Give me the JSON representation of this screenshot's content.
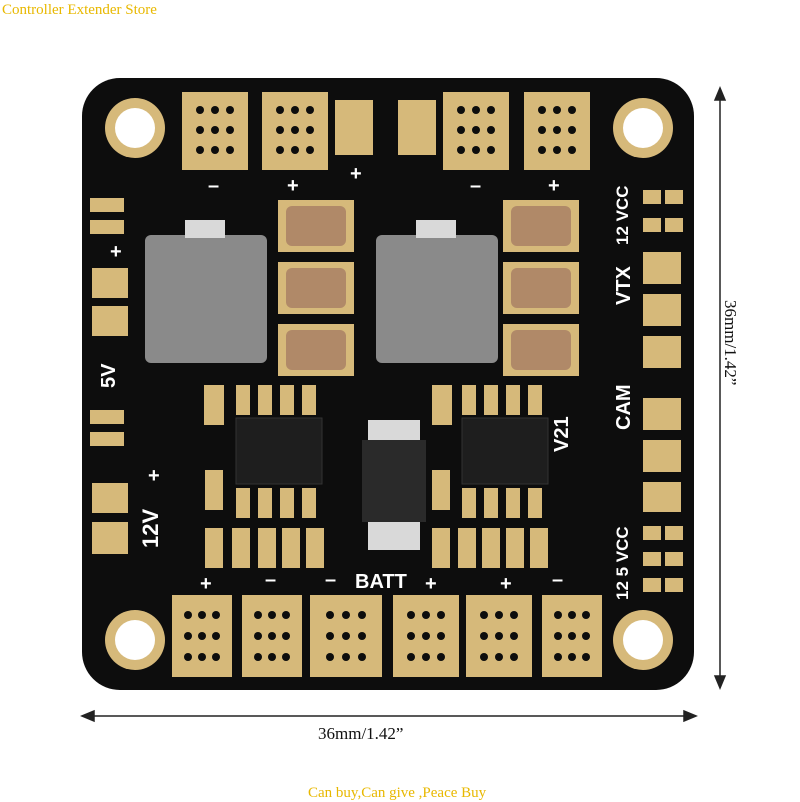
{
  "watermark": {
    "top": "Controller Extender Store",
    "bottom": "Can buy,Can give ,Peace Buy"
  },
  "dimensions": {
    "width_label": "36mm/1.42”",
    "height_label": "36mm/1.42”"
  },
  "board_silkscreen": {
    "five_v": "5V",
    "twelve_v": "12V",
    "batt": "BATT",
    "version": "V21",
    "vtx": "VTX",
    "cam": "CAM",
    "vcc_top": "12 VCC",
    "vcc_bottom": "12 5 VCC",
    "plus": "+",
    "minus": "–"
  },
  "colors": {
    "board": "#0d0d0d",
    "pad_gold": "#d6b97a",
    "component_gray": "#8a8a8a",
    "capacitor": "#b08968",
    "watermark": "#e8b800"
  }
}
